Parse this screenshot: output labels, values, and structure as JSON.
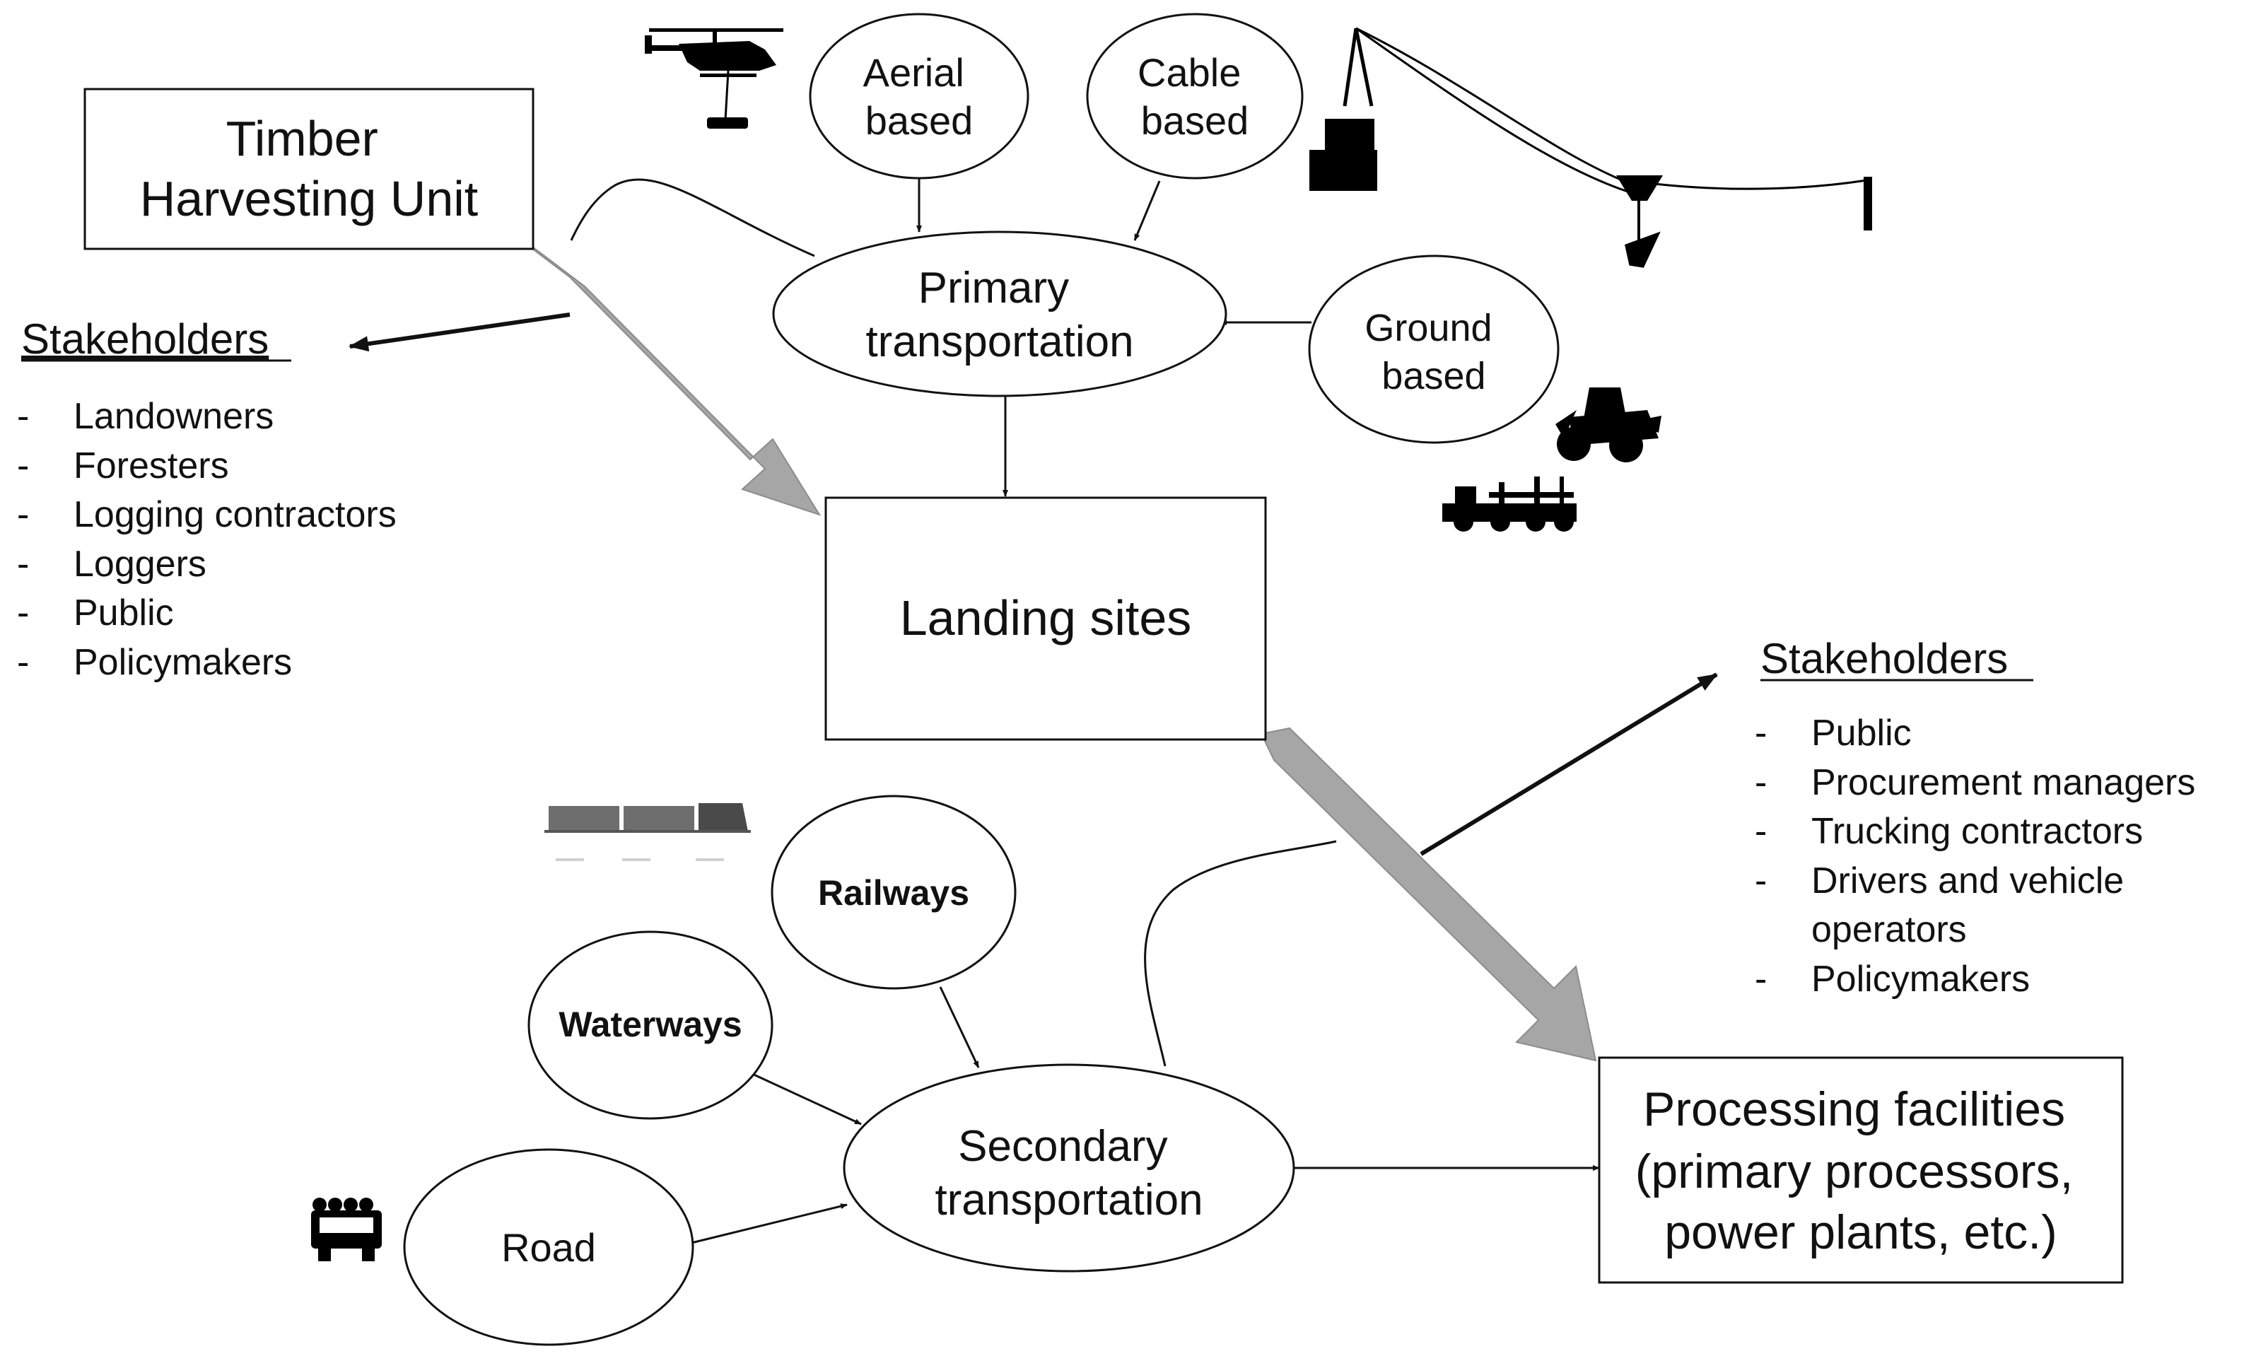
{
  "nodes": {
    "timber_unit": [
      "Timber",
      "Harvesting Unit"
    ],
    "primary_transport": [
      "Primary",
      "transportation"
    ],
    "aerial": [
      "Aerial",
      "based"
    ],
    "cable": [
      "Cable",
      "based"
    ],
    "ground": [
      "Ground",
      "based"
    ],
    "landing": "Landing sites",
    "secondary_transport": [
      "Secondary",
      "transportation"
    ],
    "railways": "Railways",
    "waterways": "Waterways",
    "road": "Road",
    "processing": [
      "Processing facilities",
      "(primary processors,",
      "power plants, etc.)"
    ]
  },
  "stakeholders_left": {
    "title": "Stakeholders",
    "bullet": "-",
    "items": [
      "Landowners",
      "Foresters",
      "Logging contractors",
      "Loggers",
      "Public",
      "Policymakers"
    ]
  },
  "stakeholders_right": {
    "title": "Stakeholders",
    "bullet": "-",
    "items": [
      "Public",
      "Procurement managers",
      "Trucking contractors",
      "Drivers and vehicle",
      "operators",
      "Policymakers"
    ]
  },
  "icons": [
    "helicopter-icon",
    "cable-yarder-icon",
    "skidder-icon",
    "forwarder-icon",
    "train-icon",
    "log-truck-icon"
  ]
}
